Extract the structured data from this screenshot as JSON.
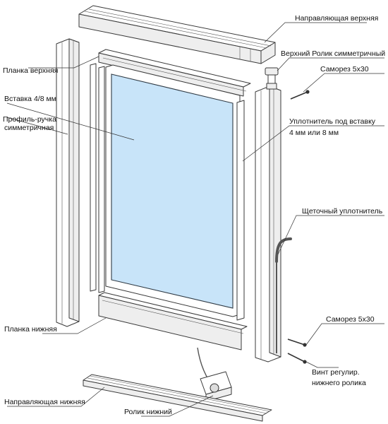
{
  "labels": {
    "top_rail": "Направляющая верхняя",
    "top_roller": "Верхний  Ролик  симметричный",
    "top_bar": "Планка верхняя",
    "screw_top": "Саморез 5х30",
    "insert": "Вставка 4/8 мм",
    "handle_profile_1": "Профиль-ручка",
    "handle_profile_2": "симметричная",
    "insert_seal_1": "Уплотнитель под вставку",
    "insert_seal_2": "4 мм или 8 мм",
    "brush_seal": "Щеточный уплотнитель",
    "bottom_bar": "Планка нижняя",
    "screw_bottom": "Саморез 5х30",
    "adjust_screw_1": "Винт регулир.",
    "adjust_screw_2": "нижнего ролика",
    "bottom_rail": "Направляющая нижняя",
    "bottom_roller": "Ролик нижний"
  },
  "colors": {
    "glass": "#c8e4f9",
    "line": "#3a3a3a",
    "background": "#ffffff"
  }
}
